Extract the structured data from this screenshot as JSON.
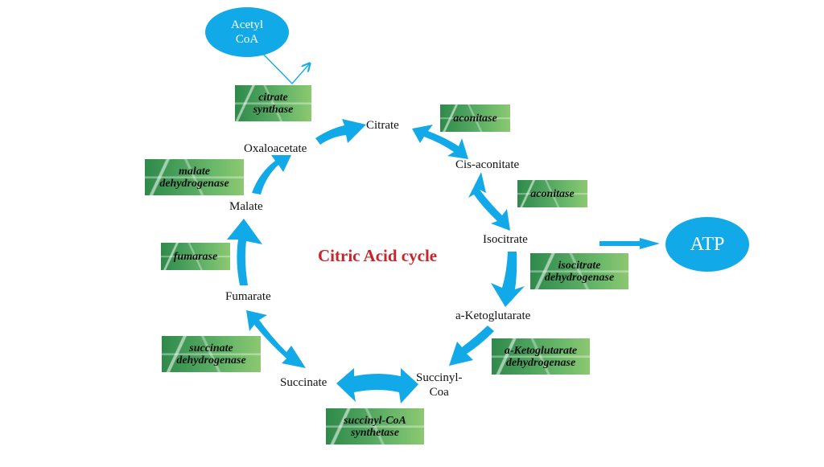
{
  "title": "Citric Acid cycle",
  "colors": {
    "arrow": "#12a9e8",
    "title": "#c8242a",
    "enzyme_box": "#4aa05c",
    "ellipse": "#12a9e8"
  },
  "inputs": {
    "acetyl_coa": {
      "line1": "Acetyl",
      "line2": "CoA"
    }
  },
  "outputs": {
    "atp": "ATP"
  },
  "metabolites": {
    "citrate": "Citrate",
    "cis_aconitate": "Cis-aconitate",
    "isocitrate": "Isocitrate",
    "a_ketoglutarate": "a-Ketoglutarate",
    "succinyl_coa": {
      "line1": "Succinyl-",
      "line2": "Coa"
    },
    "succinate": "Succinate",
    "fumarate": "Fumarate",
    "malate": "Malate",
    "oxaloacetate": "Oxaloacetate"
  },
  "enzymes": {
    "citrate_synthase": {
      "line1": "citrate",
      "line2": "synthase"
    },
    "aconitase_1": "aconitase",
    "aconitase_2": "aconitase",
    "isocitrate_dehydrogenase": {
      "line1": "isocitrate",
      "line2": "dehydrogenase"
    },
    "a_ketoglutarate_dehydrogenase": {
      "line1": "a-Ketoglutarate",
      "line2": "dehydrogenase"
    },
    "succinyl_coa_synthetase": {
      "line1": "succinyl-CoA",
      "line2": "synthetase"
    },
    "succinate_dehydrogenase": {
      "line1": "succinate",
      "line2": "dehydrogenase"
    },
    "fumarase": "fumarase",
    "malate_dehydrogenase": {
      "line1": "malate",
      "line2": "dehydrogenase"
    }
  }
}
